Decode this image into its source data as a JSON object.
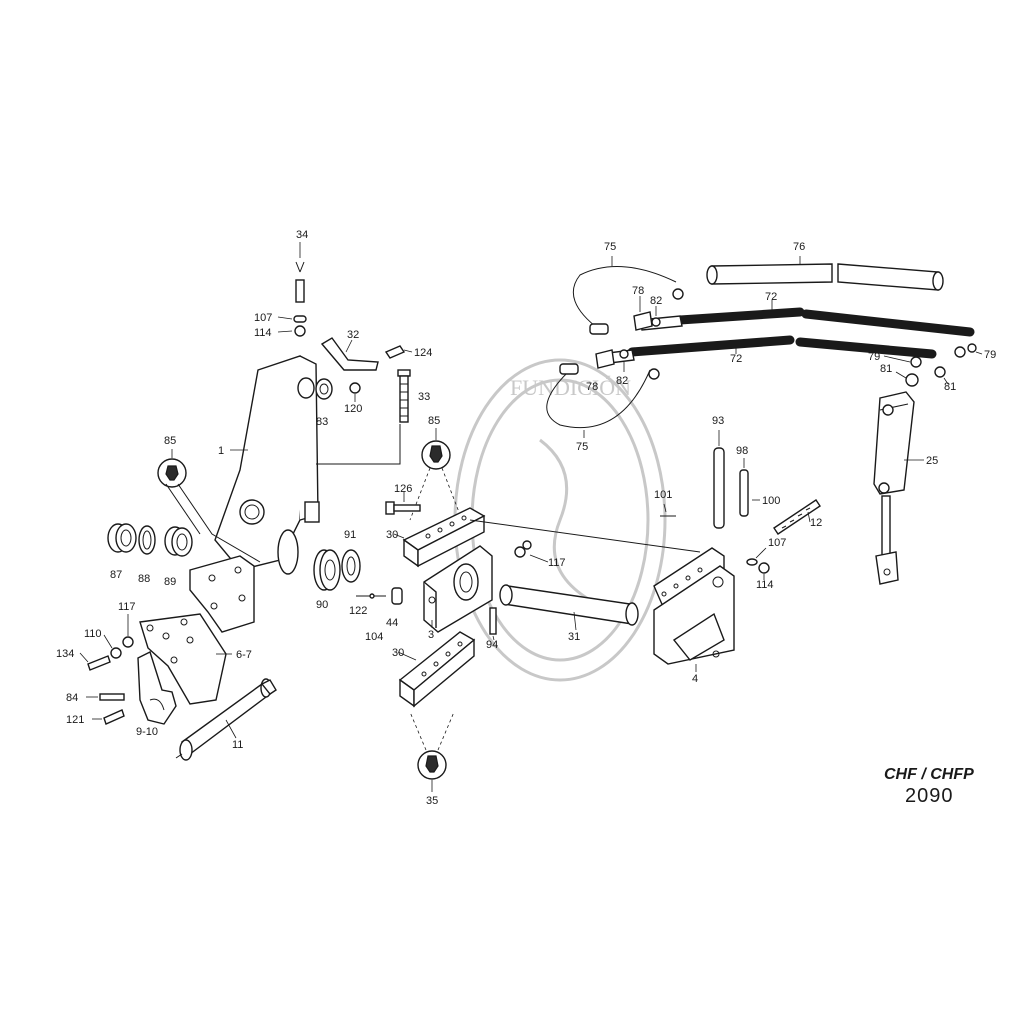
{
  "drawing": {
    "model_code": "CHF / CHFP",
    "page_number": "2090",
    "watermark_text": "FUNDICIÓN"
  },
  "callouts": [
    {
      "id": "c34",
      "text": "34"
    },
    {
      "id": "c107a",
      "text": "107"
    },
    {
      "id": "c114a",
      "text": "114"
    },
    {
      "id": "c32",
      "text": "32"
    },
    {
      "id": "c124",
      "text": "124"
    },
    {
      "id": "c120",
      "text": "120"
    },
    {
      "id": "c83",
      "text": "83"
    },
    {
      "id": "c33",
      "text": "33"
    },
    {
      "id": "c85a",
      "text": "85"
    },
    {
      "id": "c1",
      "text": "1"
    },
    {
      "id": "c85b",
      "text": "85"
    },
    {
      "id": "c87",
      "text": "87"
    },
    {
      "id": "c88",
      "text": "88"
    },
    {
      "id": "c89",
      "text": "89"
    },
    {
      "id": "c126",
      "text": "126"
    },
    {
      "id": "c30a",
      "text": "30"
    },
    {
      "id": "c91",
      "text": "91"
    },
    {
      "id": "c90",
      "text": "90"
    },
    {
      "id": "c122",
      "text": "122"
    },
    {
      "id": "c104",
      "text": "104"
    },
    {
      "id": "c44",
      "text": "44"
    },
    {
      "id": "c3",
      "text": "3"
    },
    {
      "id": "c117a",
      "text": "117"
    },
    {
      "id": "c110",
      "text": "110"
    },
    {
      "id": "c134",
      "text": "134"
    },
    {
      "id": "c84",
      "text": "84"
    },
    {
      "id": "c121",
      "text": "121"
    },
    {
      "id": "c67",
      "text": "6-7"
    },
    {
      "id": "c910",
      "text": "9-10"
    },
    {
      "id": "c11",
      "text": "11"
    },
    {
      "id": "c30b",
      "text": "30"
    },
    {
      "id": "c35",
      "text": "35"
    },
    {
      "id": "c94",
      "text": "94"
    },
    {
      "id": "c31",
      "text": "31"
    },
    {
      "id": "c117b",
      "text": "117"
    },
    {
      "id": "c75a",
      "text": "75"
    },
    {
      "id": "c76",
      "text": "76"
    },
    {
      "id": "c78a",
      "text": "78"
    },
    {
      "id": "c82a",
      "text": "82"
    },
    {
      "id": "c72a",
      "text": "72"
    },
    {
      "id": "c72b",
      "text": "72"
    },
    {
      "id": "c78b",
      "text": "78"
    },
    {
      "id": "c82b",
      "text": "82"
    },
    {
      "id": "c75b",
      "text": "75"
    },
    {
      "id": "c79a",
      "text": "79"
    },
    {
      "id": "c79b",
      "text": "79"
    },
    {
      "id": "c81a",
      "text": "81"
    },
    {
      "id": "c81b",
      "text": "81"
    },
    {
      "id": "c25",
      "text": "25"
    },
    {
      "id": "c93",
      "text": "93"
    },
    {
      "id": "c98",
      "text": "98"
    },
    {
      "id": "c101",
      "text": "101"
    },
    {
      "id": "c100",
      "text": "100"
    },
    {
      "id": "c12",
      "text": "12"
    },
    {
      "id": "c107b",
      "text": "107"
    },
    {
      "id": "c114b",
      "text": "114"
    },
    {
      "id": "c4",
      "text": "4"
    }
  ]
}
